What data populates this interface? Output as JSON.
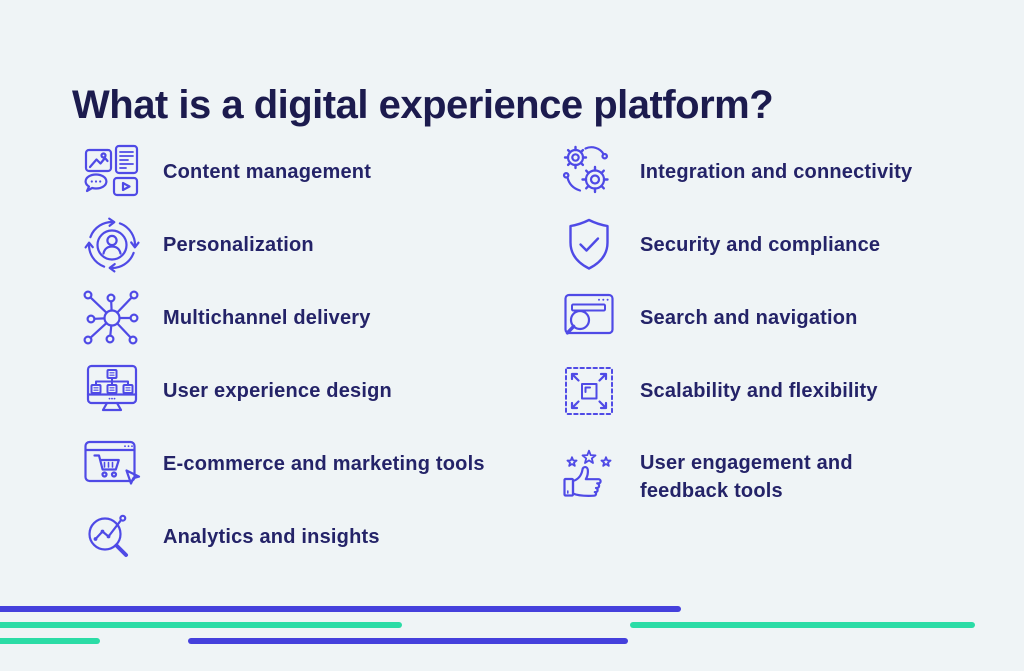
{
  "title": "What is a digital experience platform?",
  "items": {
    "left": [
      {
        "icon": "content-management-icon",
        "label": "Content management"
      },
      {
        "icon": "personalization-icon",
        "label": "Personalization"
      },
      {
        "icon": "multichannel-delivery-icon",
        "label": "Multichannel delivery"
      },
      {
        "icon": "user-experience-design-icon",
        "label": "User experience design"
      },
      {
        "icon": "ecommerce-marketing-icon",
        "label": "E-commerce and marketing tools"
      },
      {
        "icon": "analytics-insights-icon",
        "label": "Analytics and insights"
      }
    ],
    "right": [
      {
        "icon": "integration-connectivity-icon",
        "label": "Integration and connectivity"
      },
      {
        "icon": "security-compliance-icon",
        "label": "Security and compliance"
      },
      {
        "icon": "search-navigation-icon",
        "label": "Search and navigation"
      },
      {
        "icon": "scalability-flexibility-icon",
        "label": "Scalability and flexibility"
      },
      {
        "icon": "user-engagement-icon",
        "label": "User engagement and feedback tools"
      }
    ]
  },
  "colors": {
    "background": "#eff4f6",
    "icon_stroke": "#4f4ae6",
    "title_text": "#1c1b4e",
    "label_text": "#242368",
    "line_blue": "#4540dc",
    "line_green": "#2bdca6"
  }
}
